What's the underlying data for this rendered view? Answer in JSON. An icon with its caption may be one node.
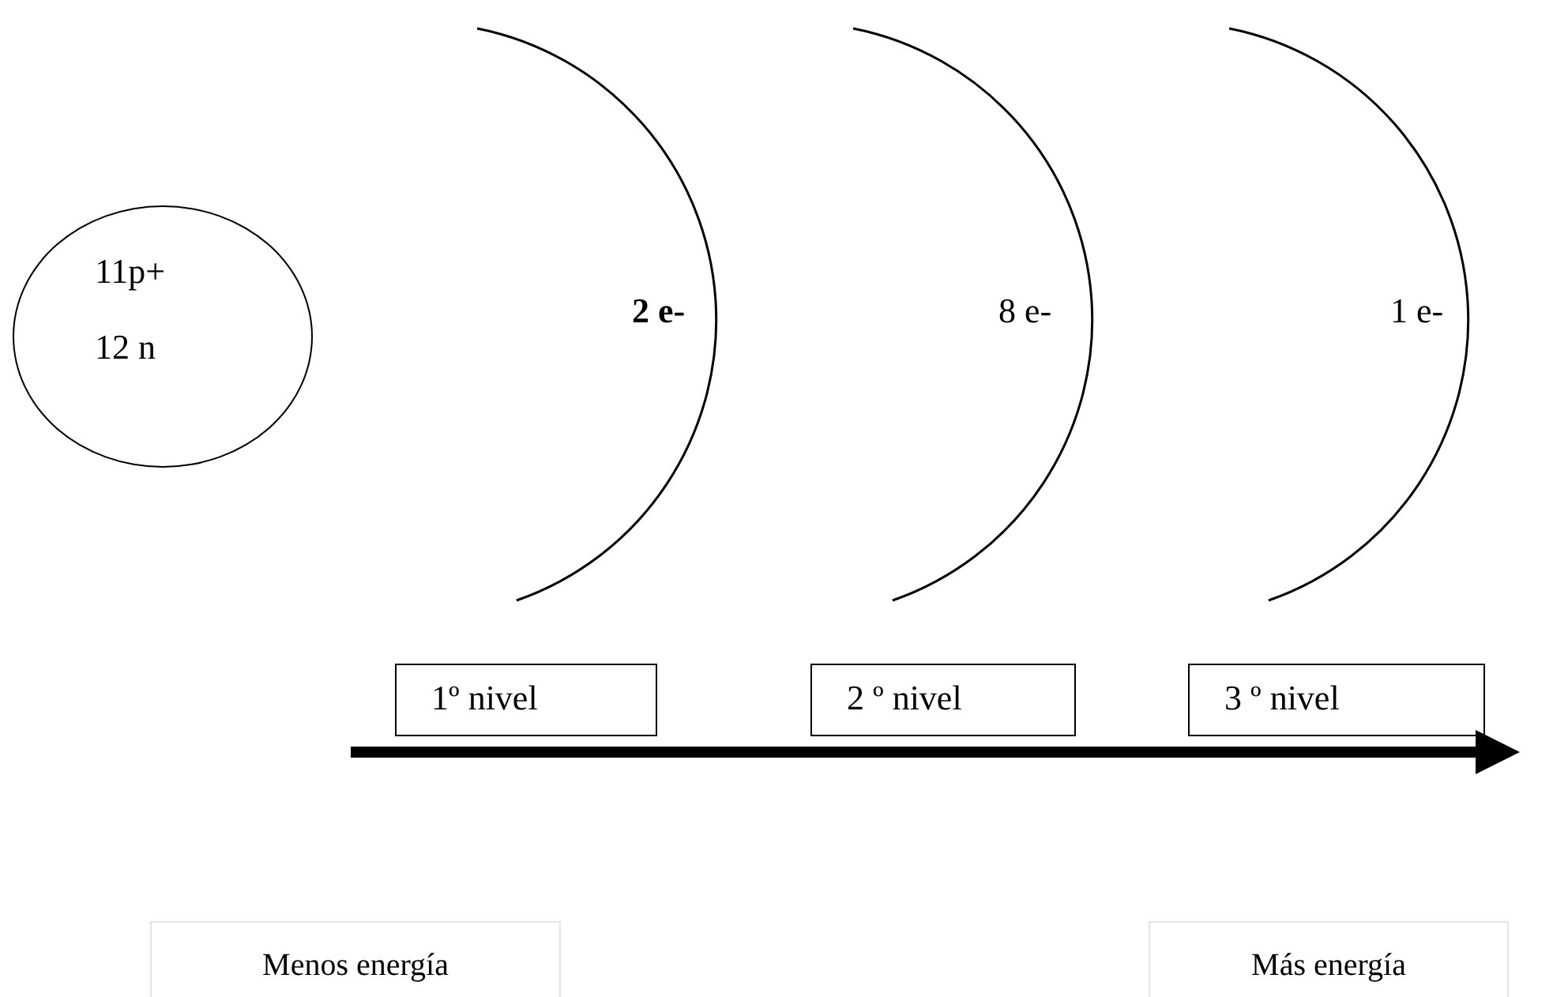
{
  "diagram": {
    "nodes": [
      {
        "text": [
          "11p+",
          "12 n"
        ]
      },
      {
        "text": [
          "1º nivel"
        ]
      },
      {
        "text": [
          "2 º nivel"
        ]
      },
      {
        "text": [
          "3 º nivel"
        ]
      },
      {
        "text": [
          "Menos energía"
        ]
      },
      {
        "text": [
          "Más energía"
        ]
      }
    ],
    "labels": [
      "2 e-",
      "8 e-",
      "1 e-"
    ]
  }
}
